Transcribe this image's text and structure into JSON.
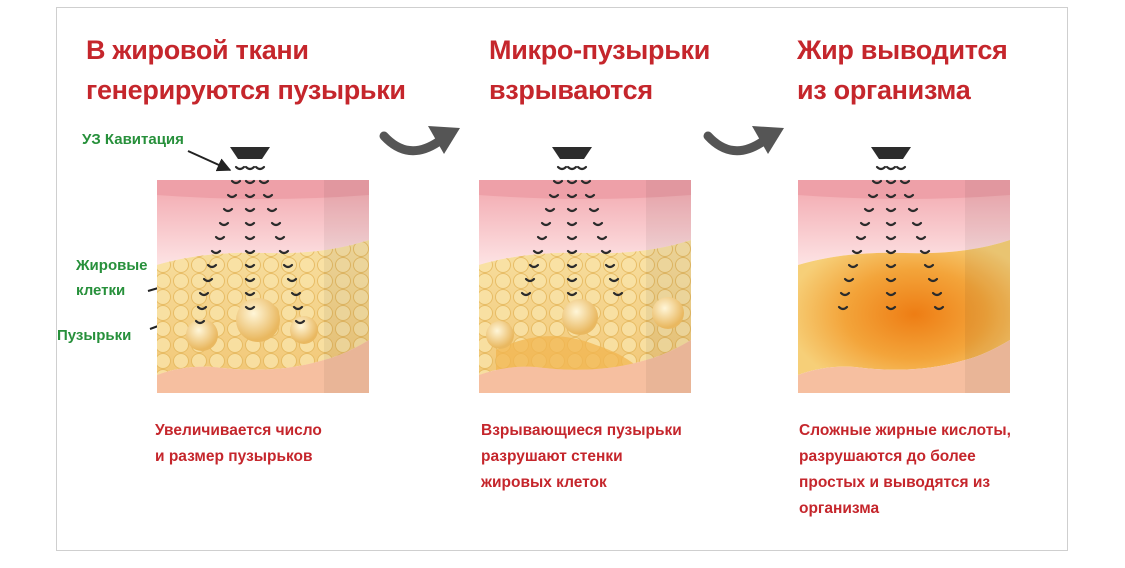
{
  "colors": {
    "title_red": "#c5262c",
    "label_green": "#27903b",
    "skin_pink": "#f7c9cc",
    "fat_yellow": "#f4d38a",
    "emulsion_orange": "#f08a1e",
    "arrow_grey": "#555555"
  },
  "panels": [
    {
      "title": [
        "В жировой ткани",
        "генерируются пузырьки"
      ],
      "caption": [
        "Увеличивается число",
        "и размер пузырьков"
      ],
      "stage": "bubbles-forming"
    },
    {
      "title": [
        "Микро-пузырьки",
        "взрываются"
      ],
      "caption": [
        "Взрывающиеся пузырьки",
        "разрушают стенки",
        "жировых клеток"
      ],
      "stage": "bubbles-bursting"
    },
    {
      "title": [
        "Жир выводится",
        "из организма"
      ],
      "caption": [
        "Сложные жирные кислоты,",
        "разрушаются до более",
        "простых и выводятся из",
        "организма"
      ],
      "stage": "fat-emulsified"
    }
  ],
  "labels": {
    "cavitation": "УЗ Кавитация",
    "fat_cells": [
      "Жировые",
      "клетки"
    ],
    "bubbles": "Пузырьки"
  },
  "icons": {
    "transducer": "ultrasound-transducer-icon",
    "step_arrow": "curved-right-arrow-icon"
  }
}
